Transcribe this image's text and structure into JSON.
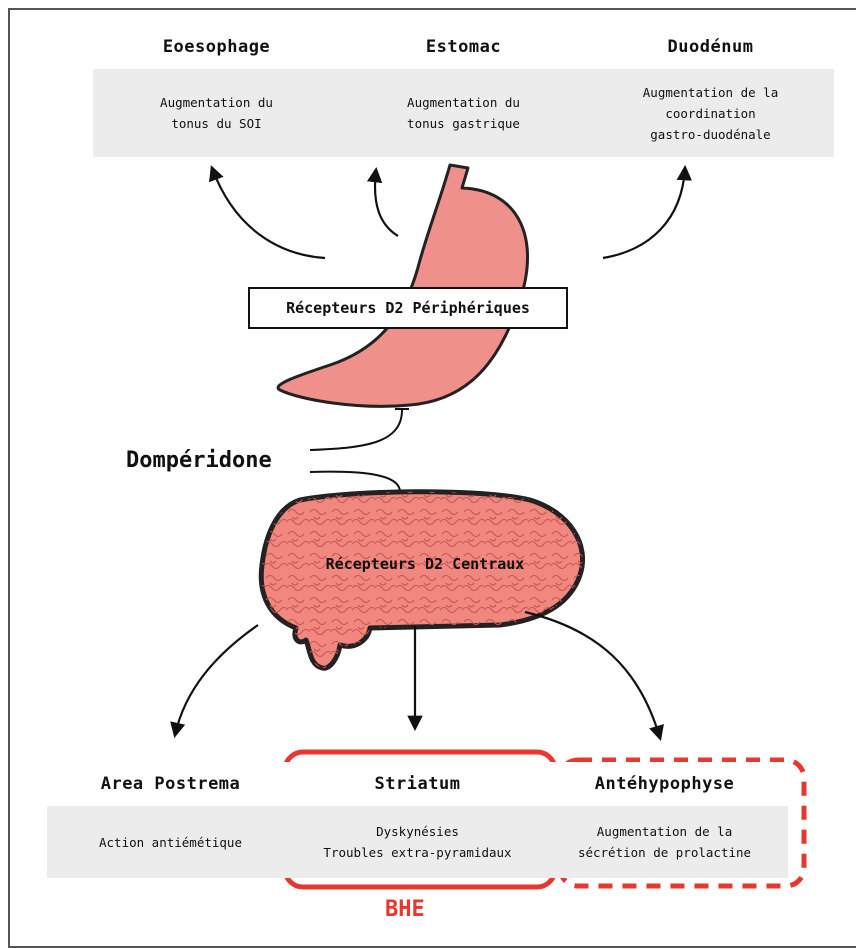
{
  "top_cards": [
    {
      "title": "Eoesophage",
      "text": "Augmentation du\ntonus du SOI"
    },
    {
      "title": "Estomac",
      "text": "Augmentation du\ntonus gastrique"
    },
    {
      "title": "Duodénum",
      "text": "Augmentation de la\ncoordination\ngastro-duodénale"
    }
  ],
  "peripheral_label": "Récepteurs D2 Périphériques",
  "drug_label": "Dompéridone",
  "central_label": "Récepteurs D2 Centraux",
  "bottom_cards": [
    {
      "title": "Area Postrema",
      "text": "Action antiémétique"
    },
    {
      "title": "Striatum",
      "text": "Dyskynésies\nTroubles extra-pyramidaux"
    },
    {
      "title": "Antéhypophyse",
      "text": "Augmentation de la\nsécrétion de prolactine"
    }
  ],
  "barrier_label": "BHE",
  "colors": {
    "organ_fill": "#f0908a",
    "brain_fill": "#f08880",
    "highlight": "#e8372e",
    "card_body": "#ececec"
  }
}
